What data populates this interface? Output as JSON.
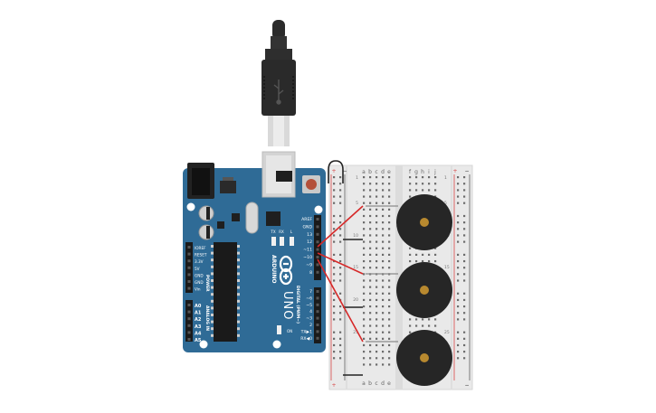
{
  "board": {
    "logo": "ARDUINO",
    "model": "UNO",
    "on_label": "ON",
    "power_header_label": "POWER",
    "analog_header_label": "ANALOG IN",
    "digital_header_label": "DIGITAL (PWM~)",
    "tx_label": "TX",
    "rx_label": "RX",
    "l_label": "L",
    "top_pins": [
      "AREF",
      "GND",
      "13",
      "12",
      "~11",
      "~10",
      "~9",
      "8"
    ],
    "bottom_pins": [
      "7",
      "~6",
      "~5",
      "4",
      "~3",
      "2",
      "TX▶1",
      "RX◀0"
    ],
    "power_pins": [
      "IOREF",
      "RESET",
      "3.3V",
      "5V",
      "GND",
      "GND",
      "Vin"
    ],
    "analog_pins": [
      "A0",
      "A1",
      "A2",
      "A3",
      "A4",
      "A5"
    ]
  },
  "breadboard": {
    "columns_left": [
      "a",
      "b",
      "c",
      "d",
      "e"
    ],
    "columns_right": [
      "f",
      "g",
      "h",
      "i",
      "j"
    ],
    "plus_label": "+",
    "minus_label": "−",
    "row_numbers": [
      "1",
      "5",
      "10",
      "15",
      "20",
      "25"
    ]
  },
  "colors": {
    "board_blue": "#2f6b96",
    "wire_red": "#d62828",
    "wire_black": "#222222",
    "buzzer_body": "#262626",
    "buzzer_center": "#b8892f",
    "breadboard_body": "#e9e9e9"
  },
  "components": {
    "buzzer_count": 3,
    "signal_wire_count": 3
  }
}
